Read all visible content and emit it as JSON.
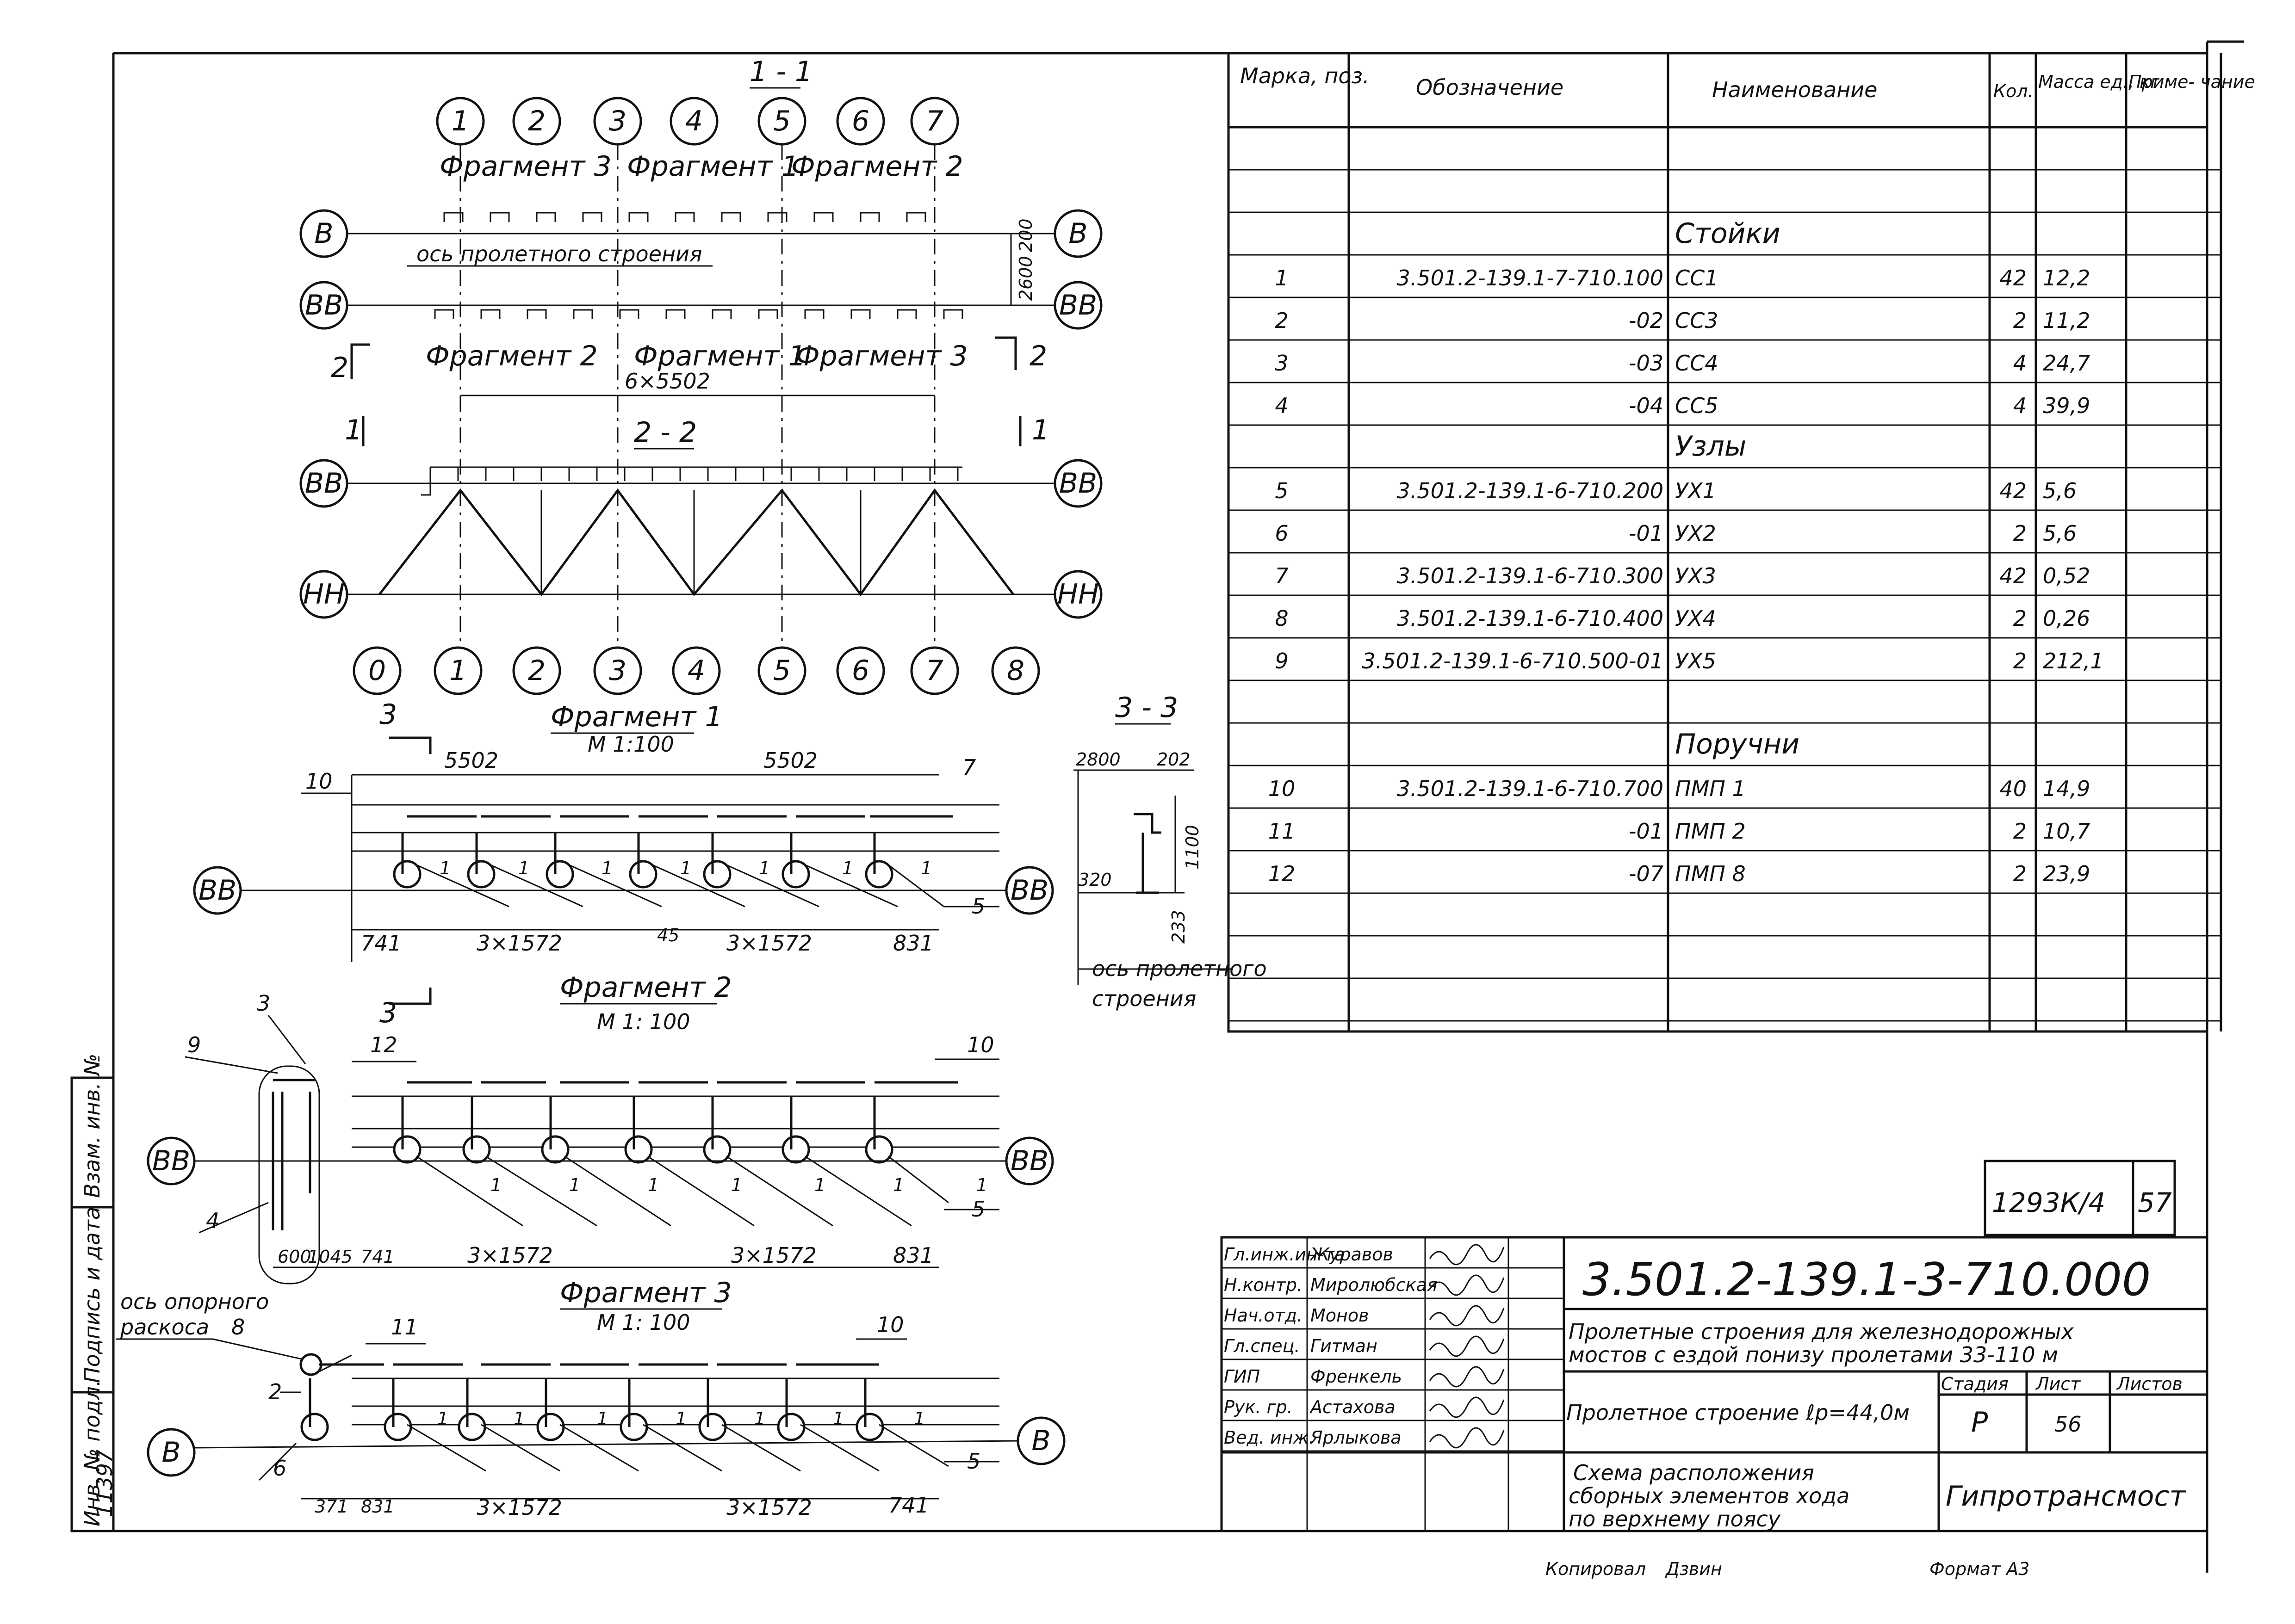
{
  "page_number": "57",
  "sections": {
    "s11": "1 - 1",
    "s22": "2 - 2",
    "s33": "3 - 3",
    "cut1": "1",
    "cut2": "2",
    "cut3": "3"
  },
  "plan": {
    "node_numbers_top": [
      "1",
      "2",
      "3",
      "4",
      "5",
      "6",
      "7"
    ],
    "node_numbers_bottom": [
      "0",
      "1",
      "2",
      "3",
      "4",
      "5",
      "6",
      "7",
      "8"
    ],
    "axis_B": "В",
    "axis_BB": "ВВ",
    "axis_NN": "НН",
    "fragments_top": [
      "Фрагмент 3",
      "Фрагмент 1",
      "Фрагмент 2"
    ],
    "fragments_bottom": [
      "Фрагмент 2",
      "Фрагмент 1",
      "Фрагмент 3"
    ],
    "axis_note": "ось пролетного строения",
    "span_dim": "6×5502",
    "side_dim": "2600",
    "side_dim2": "200"
  },
  "frag1": {
    "title": "Фрагмент 1",
    "scale": "М 1:100",
    "dim_top": [
      "5502",
      "5502"
    ],
    "dim_bottom": [
      "741",
      "3×1572",
      "45",
      "3×1572",
      "831"
    ],
    "labels": {
      "p10": "10",
      "p7": "7",
      "p5": "5",
      "p1": "1"
    }
  },
  "sec33": {
    "d2800": "2800",
    "d202": "202",
    "d320": "320",
    "d1100": "1100",
    "d233": "233",
    "note1": "ось пролетного",
    "note2": "строения"
  },
  "frag2": {
    "title": "Фрагмент 2",
    "scale": "М 1: 100",
    "dim_bottom": [
      "600",
      "1045",
      "741",
      "3×1572",
      "3×1572",
      "831"
    ],
    "labels": {
      "p3": "3",
      "p9": "9",
      "p12": "12",
      "p10": "10",
      "p4": "4",
      "p1": "1",
      "p5": "5"
    }
  },
  "frag3": {
    "title": "Фрагмент 3",
    "scale": "М 1: 100",
    "note1": "ось опорного",
    "note2": "раскоса",
    "dim_bottom": [
      "371",
      "831",
      "3×1572",
      "3×1572",
      "741"
    ],
    "labels": {
      "p8": "8",
      "p11": "11",
      "p10": "10",
      "p2": "2",
      "p6": "6",
      "p5": "5",
      "p1": "1"
    }
  },
  "spec_table": {
    "headers": [
      "Марка, поз.",
      "Обозначение",
      "Наименование",
      "Кол.",
      "Масса ед., кг",
      "Приме- чание"
    ],
    "rows": [
      {
        "mark": "",
        "code": "",
        "name": "",
        "qty": "",
        "mass": ""
      },
      {
        "mark": "",
        "code": "",
        "name": "",
        "qty": "",
        "mass": ""
      },
      {
        "mark": "",
        "code": "",
        "name": "Стойки",
        "qty": "",
        "mass": ""
      },
      {
        "mark": "1",
        "code": "3.501.2-139.1-7-710.100",
        "name": "СС1",
        "qty": "42",
        "mass": "12,2"
      },
      {
        "mark": "2",
        "code": "-02",
        "name": "СС3",
        "qty": "2",
        "mass": "11,2"
      },
      {
        "mark": "3",
        "code": "-03",
        "name": "СС4",
        "qty": "4",
        "mass": "24,7"
      },
      {
        "mark": "4",
        "code": "-04",
        "name": "СС5",
        "qty": "4",
        "mass": "39,9"
      },
      {
        "mark": "",
        "code": "",
        "name": "Узлы",
        "qty": "",
        "mass": ""
      },
      {
        "mark": "5",
        "code": "3.501.2-139.1-6-710.200",
        "name": "УХ1",
        "qty": "42",
        "mass": "5,6"
      },
      {
        "mark": "6",
        "code": "-01",
        "name": "УХ2",
        "qty": "2",
        "mass": "5,6"
      },
      {
        "mark": "7",
        "code": "3.501.2-139.1-6-710.300",
        "name": "УХ3",
        "qty": "42",
        "mass": "0,52"
      },
      {
        "mark": "8",
        "code": "3.501.2-139.1-6-710.400",
        "name": "УХ4",
        "qty": "2",
        "mass": "0,26"
      },
      {
        "mark": "9",
        "code": "3.501.2-139.1-6-710.500-01",
        "name": "УХ5",
        "qty": "2",
        "mass": "212,1"
      },
      {
        "mark": "",
        "code": "",
        "name": "",
        "qty": "",
        "mass": ""
      },
      {
        "mark": "",
        "code": "",
        "name": "Поручни",
        "qty": "",
        "mass": ""
      },
      {
        "mark": "10",
        "code": "3.501.2-139.1-6-710.700",
        "name": "ПМП 1",
        "qty": "40",
        "mass": "14,9"
      },
      {
        "mark": "11",
        "code": "-01",
        "name": "ПМП 2",
        "qty": "2",
        "mass": "10,7"
      },
      {
        "mark": "12",
        "code": "-07",
        "name": "ПМП 8",
        "qty": "2",
        "mass": "23,9"
      },
      {
        "mark": "",
        "code": "",
        "name": "",
        "qty": "",
        "mass": ""
      },
      {
        "mark": "",
        "code": "",
        "name": "",
        "qty": "",
        "mass": ""
      },
      {
        "mark": "",
        "code": "",
        "name": "",
        "qty": "",
        "mass": ""
      }
    ]
  },
  "inventory": {
    "number": "1293К/4",
    "sheet": "57"
  },
  "title_block": {
    "roles": [
      "Гл.инж.ин-та",
      "Н.контр.",
      "Нач.отд.",
      "Гл.спец.",
      "ГИП",
      "Рук. гр.",
      "Вед. инж."
    ],
    "names": [
      "Журавов",
      "Миролюбская",
      "Монов",
      "Гитман",
      "Френкель",
      "Астахова",
      "Ярлыкова"
    ],
    "code": "3.501.2-139.1-3-710.000",
    "project_line1": "Пролетные строения для железнодорожных",
    "project_line2": "мостов с ездой понизу пролетами 33-110 м",
    "object": "Пролетное строение ℓр=44,0м",
    "stage_label": "Стадия",
    "sheet_label": "Лист",
    "sheets_label": "Листов",
    "stage": "Р",
    "sheet": "56",
    "drawing_line1": "Схема расположения",
    "drawing_line2": "сборных элементов хода",
    "drawing_line3": "по верхнему поясу",
    "org": "Гипротрансмост"
  },
  "left_strip": {
    "labels": [
      "Взам. инв. №",
      "Подпись и дата",
      "Инв. № подл."
    ],
    "inv_number": "11397"
  },
  "footer": {
    "copied": "Копировал",
    "copier": "Дзвин",
    "format": "Формат А3"
  }
}
